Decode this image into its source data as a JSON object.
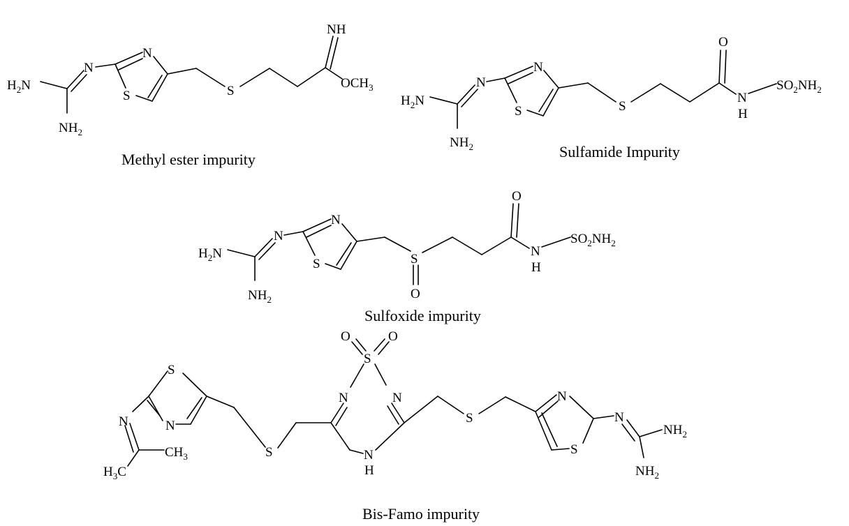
{
  "captions": {
    "methyl_ester": "Methyl ester impurity",
    "sulfamide": "Sulfamide Impurity",
    "sulfoxide": "Sulfoxide impurity",
    "bis_famo": "Bis-Famo impurity"
  },
  "labels": {
    "N": "N",
    "S": "S",
    "NH": "NH",
    "H": "H",
    "O": "O",
    "H2N_base": "H",
    "H2N_sub": "2",
    "H2N_tail": "N",
    "NH2_base": "NH",
    "NH2_sub": "2",
    "OCH3_base": "OCH",
    "OCH3_sub": "3",
    "CH3_base": "CH",
    "CH3_sub": "3",
    "H3C_base": "H",
    "H3C_sub": "3",
    "H3C_tail": "C",
    "SO2NH2_a": "SO",
    "SO2NH2_sub1": "2",
    "SO2NH2_b": "NH",
    "SO2NH2_sub2": "2"
  }
}
